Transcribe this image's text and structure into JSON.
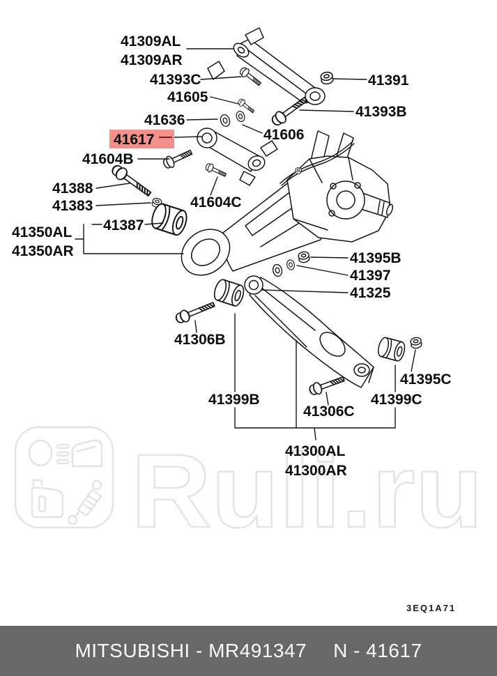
{
  "diagram": {
    "plate_code": "3EQ1A71",
    "highlight": {
      "part": "41617",
      "background": "#F2908C",
      "text_color": "#7B211D"
    },
    "parts": {
      "p41309AL": "41309AL",
      "p41309AR": "41309AR",
      "p41393C": "41393C",
      "p41605": "41605",
      "p41636": "41636",
      "p41617": "41617",
      "p41604B": "41604B",
      "p41388": "41388",
      "p41383": "41383",
      "p41350AL": "41350AL",
      "p41350AR": "41350AR",
      "p41387": "41387",
      "p41604C": "41604C",
      "p41606": "41606",
      "p41391": "41391",
      "p41393B": "41393B",
      "p41395B": "41395B",
      "p41397": "41397",
      "p41325": "41325",
      "p41306B": "41306B",
      "p41399B": "41399B",
      "p41306C": "41306C",
      "p41399C": "41399C",
      "p41395C": "41395C",
      "p41300AL": "41300AL",
      "p41300AR": "41300AR"
    }
  },
  "watermark": {
    "text": "Ruli.ru",
    "color": "#E4E4E4",
    "logo_icons": [
      "headlight-icon",
      "car-door-icon",
      "oil-canister-icon",
      "shock-absorber-icon"
    ]
  },
  "footer": {
    "catalog_text": "MITSUBISHI - MR491347",
    "part_text": "N - 41617",
    "background": "#686868",
    "text_color": "#FAFAFA"
  }
}
